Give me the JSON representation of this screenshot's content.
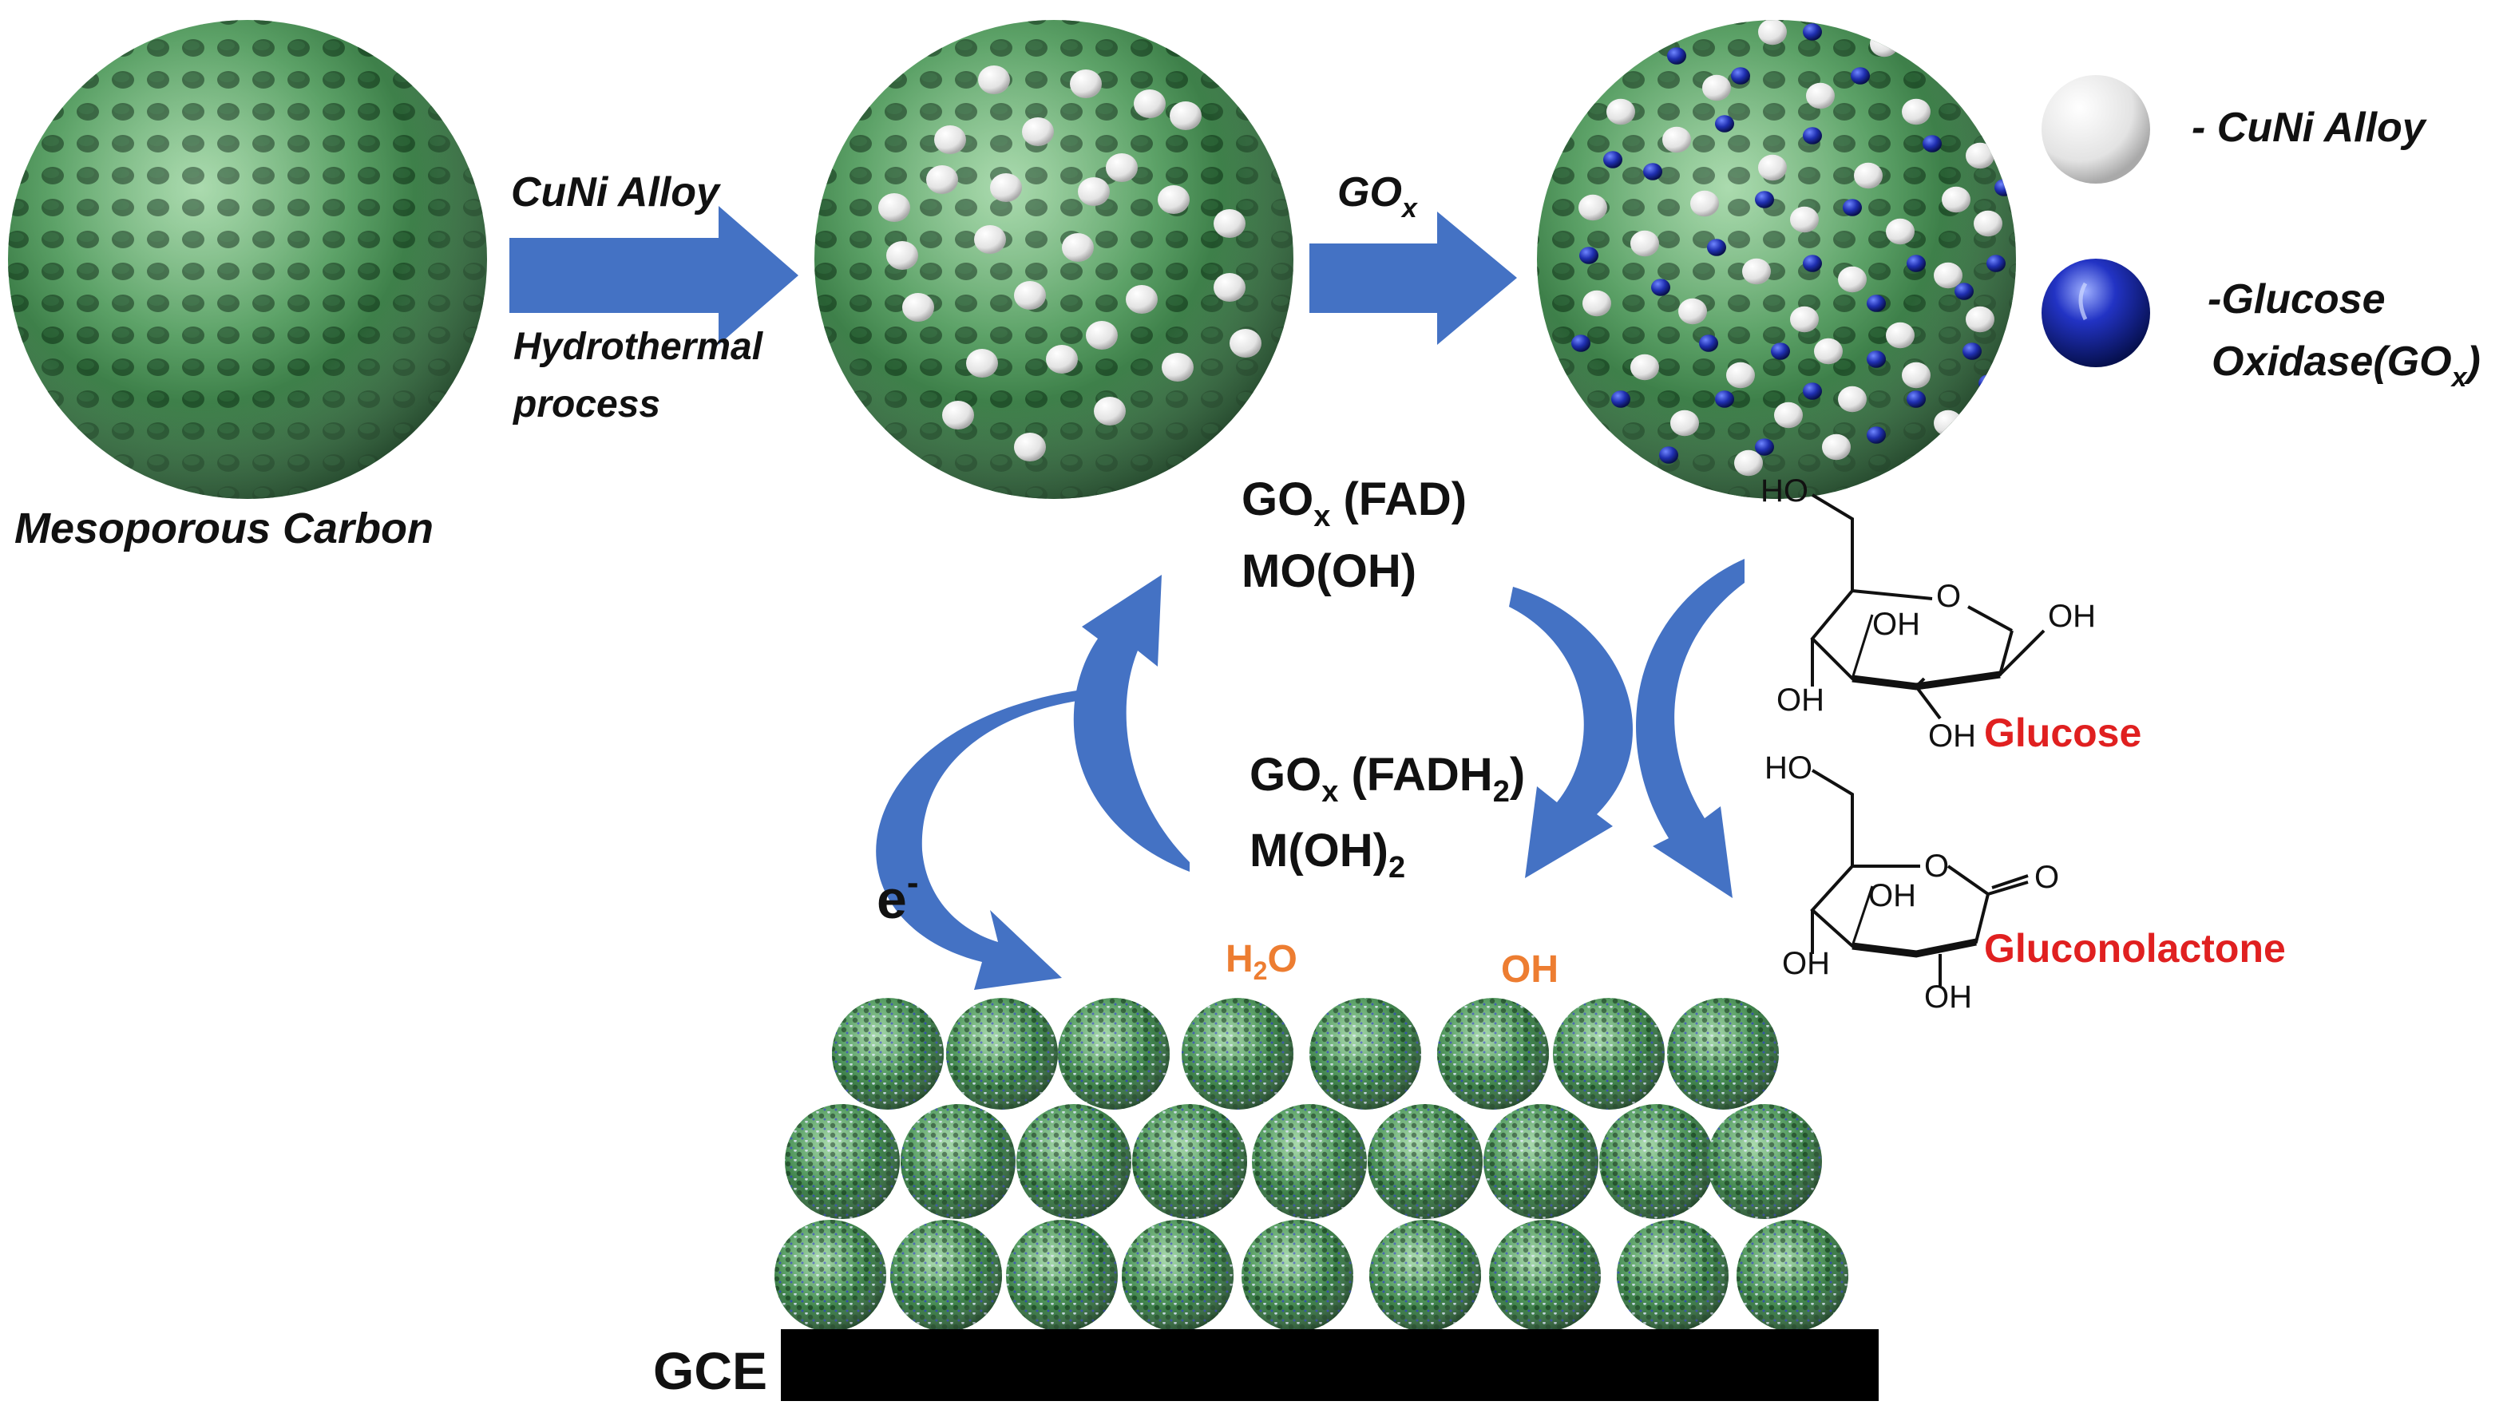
{
  "labels": {
    "mesoporous_carbon": "Mesoporous Carbon",
    "step1_top": "CuNi Alloy",
    "step1_bottom_line1": "Hydrothermal",
    "step1_bottom_line2": "process",
    "step2_top_main": "GO",
    "step2_top_sub": "x",
    "gce": "GCE",
    "electron_main": "e",
    "electron_sup": "-"
  },
  "legend": {
    "alloy": "- CuNi Alloy",
    "gox_line1": "-Glucose",
    "gox_line2_main": "Oxidase(GO",
    "gox_line2_sub": "x",
    "gox_line2_end": ")"
  },
  "reaction": {
    "ox_line1_main": "GO",
    "ox_line1_sub": "x",
    "ox_line1_end": " (FAD)",
    "ox_line2": "MO(OH)",
    "red_line1_main": "GO",
    "red_line1_sub": "x",
    "red_line1_mid": " (FADH",
    "red_line1_sub2": "2",
    "red_line1_end": ")",
    "red_line2_main": "M(OH)",
    "red_line2_sub": "2",
    "water_main": "H",
    "water_sub": "2",
    "water_end": "O",
    "hydroxide": "OH"
  },
  "molecules": {
    "glucose_name": "Glucose",
    "gluconolactone_name": "Gluconolactone",
    "ho": "HO",
    "oh": "OH",
    "carbonyl_o": "O",
    "ring_o": "O"
  },
  "colors": {
    "sphere_green": "#3f8a4c",
    "arrow_blue": "#4472c4",
    "alloy_white": "#f2f2f2",
    "gox_blue": "#1f2fb0",
    "product_red": "#e02020",
    "orange_species": "#ed7d31",
    "electrode_black": "#000000"
  }
}
